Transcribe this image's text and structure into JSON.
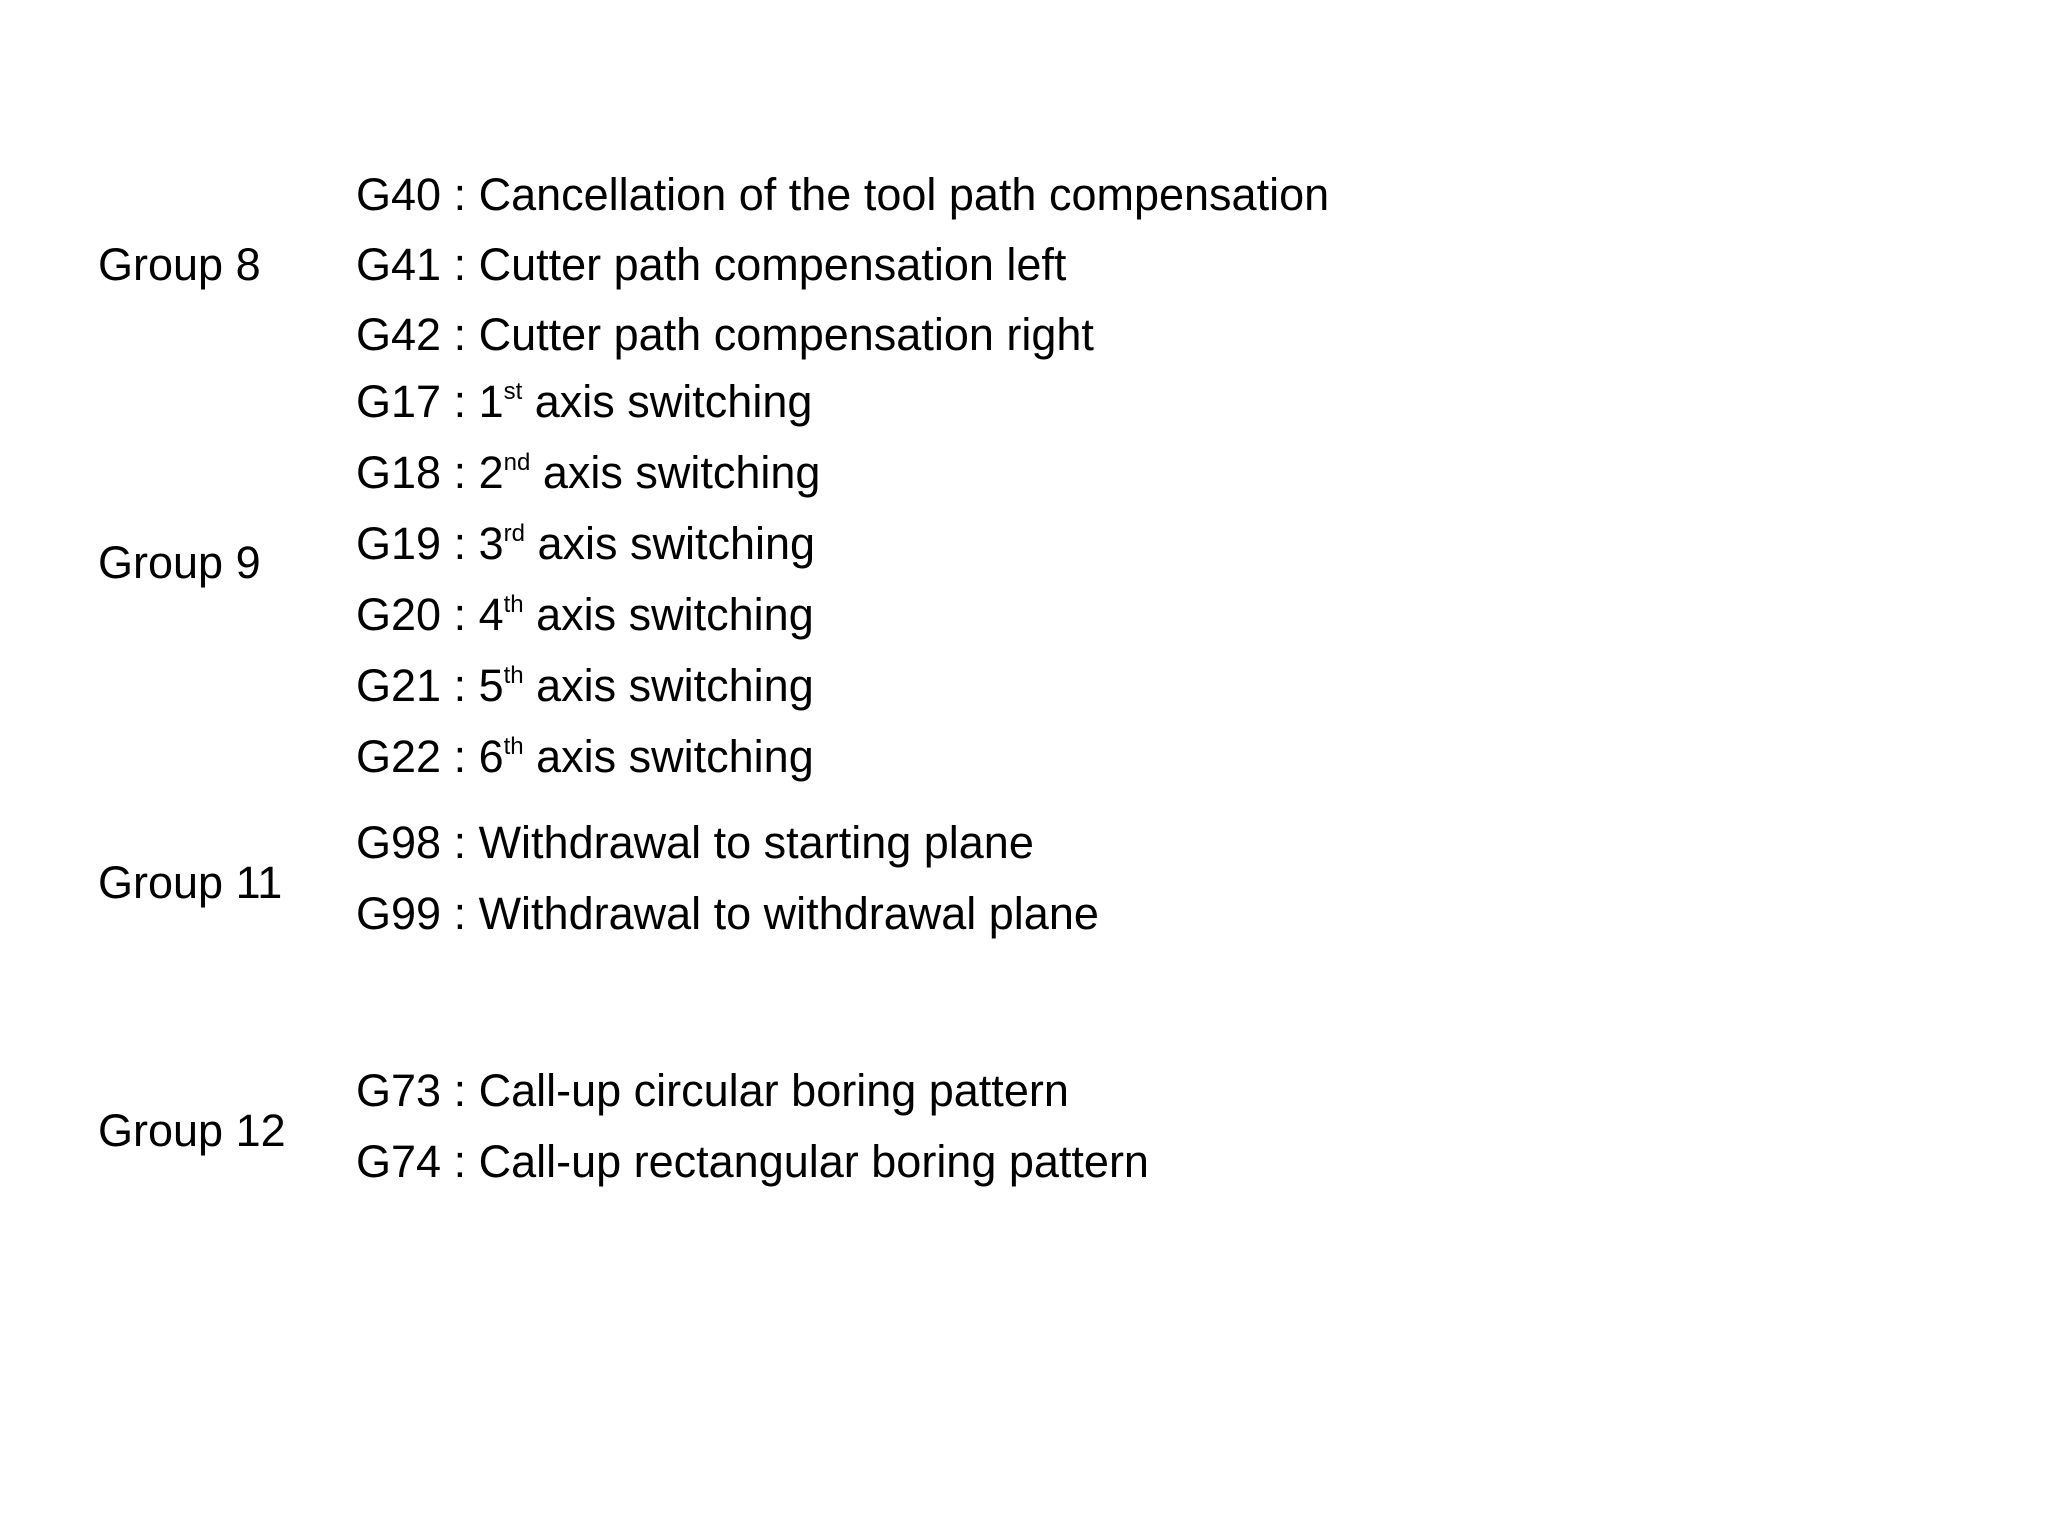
{
  "groups": [
    {
      "label": "Group 8",
      "lines": [
        {
          "code": "G40",
          "pre": "Cancellation of the tool path compensation",
          "sup": "",
          "post": ""
        },
        {
          "code": "G41",
          "pre": "Cutter path compensation left",
          "sup": "",
          "post": ""
        },
        {
          "code": "G42",
          "pre": "Cutter path compensation right",
          "sup": "",
          "post": ""
        }
      ]
    },
    {
      "label": "Group 9",
      "lines": [
        {
          "code": "G17",
          "pre": "1",
          "sup": "st",
          "post": " axis switching"
        },
        {
          "code": "G18",
          "pre": "2",
          "sup": "nd",
          "post": " axis switching"
        },
        {
          "code": "G19",
          "pre": "3",
          "sup": "rd",
          "post": " axis switching"
        },
        {
          "code": "G20",
          "pre": "4",
          "sup": "th",
          "post": " axis switching"
        },
        {
          "code": "G21",
          "pre": "5",
          "sup": "th",
          "post": " axis switching"
        },
        {
          "code": "G22",
          "pre": "6",
          "sup": "th",
          "post": " axis switching"
        }
      ]
    },
    {
      "label": "Group 11",
      "lines": [
        {
          "code": "G98",
          "pre": "Withdrawal to starting plane",
          "sup": "",
          "post": ""
        },
        {
          "code": "G99",
          "pre": "Withdrawal to withdrawal plane",
          "sup": "",
          "post": ""
        }
      ]
    },
    {
      "label": "Group 12",
      "lines": [
        {
          "code": "G73",
          "pre": "Call-up circular boring pattern",
          "sup": "",
          "post": ""
        },
        {
          "code": "G74",
          "pre": "Call-up rectangular boring pattern",
          "sup": "",
          "post": ""
        }
      ]
    }
  ]
}
